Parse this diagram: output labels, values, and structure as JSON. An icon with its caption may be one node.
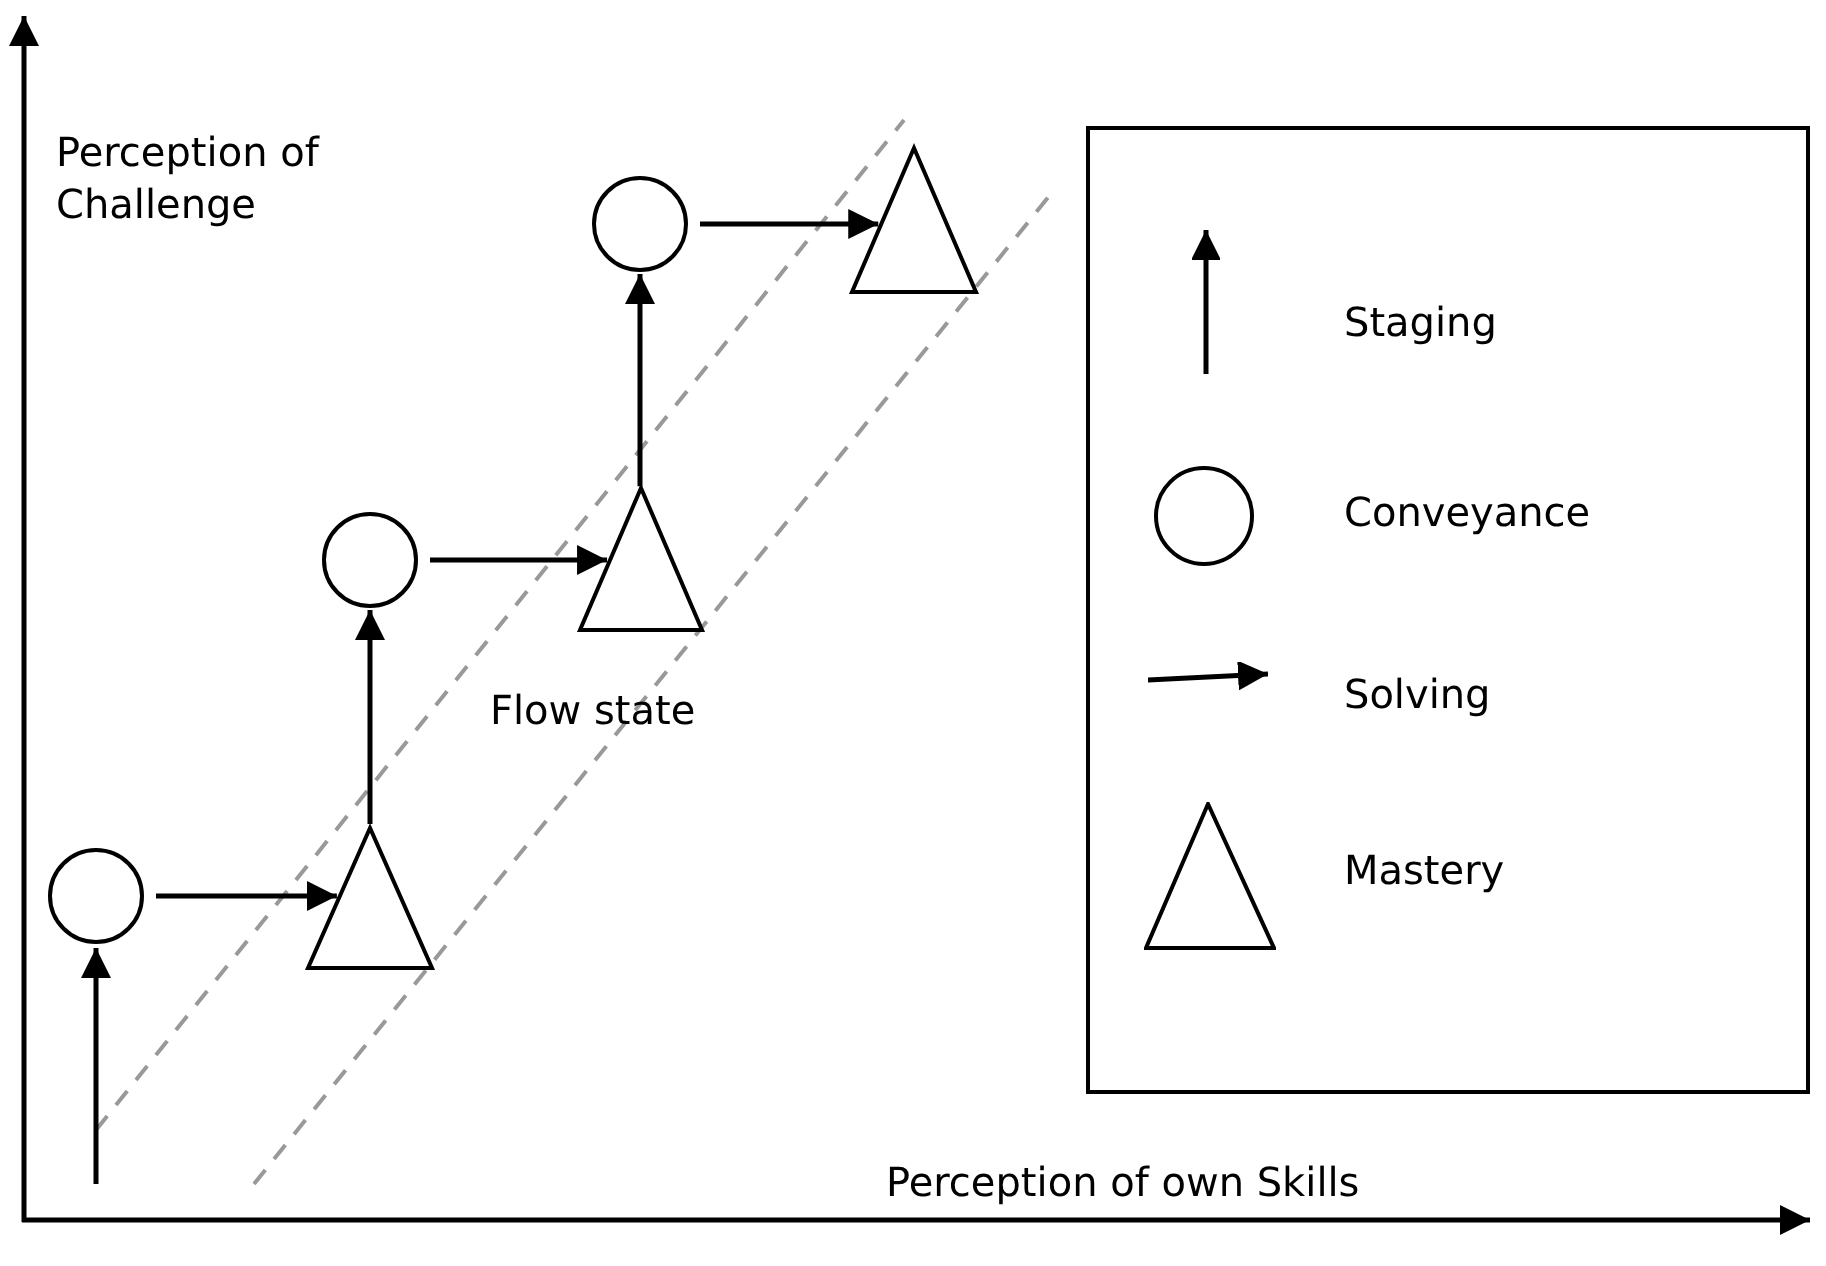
{
  "diagram": {
    "nodes": [
      {
        "text": [],
        "shape": "circle"
      },
      {
        "text": [],
        "shape": "triangle"
      },
      {
        "text": [],
        "shape": "circle"
      },
      {
        "text": [],
        "shape": "triangle"
      },
      {
        "text": [],
        "shape": "circle"
      },
      {
        "text": [],
        "shape": "triangle"
      }
    ],
    "edges": [
      {
        "from": null,
        "to": 0,
        "arrow": "to"
      },
      {
        "from": 0,
        "to": 1,
        "arrow": "to"
      },
      {
        "from": 1,
        "to": 2,
        "arrow": "to"
      },
      {
        "from": 2,
        "to": 3,
        "arrow": "to"
      },
      {
        "from": 3,
        "to": 4,
        "arrow": "to"
      },
      {
        "from": 4,
        "to": 5,
        "arrow": "to"
      }
    ],
    "labels": [
      "Perception of Challenge",
      "Flow state",
      "Perception of own Skills"
    ],
    "legend": [
      {
        "text": "Staging"
      },
      {
        "text": "Conveyance"
      },
      {
        "text": "Solving"
      },
      {
        "text": "Mastery"
      }
    ]
  }
}
